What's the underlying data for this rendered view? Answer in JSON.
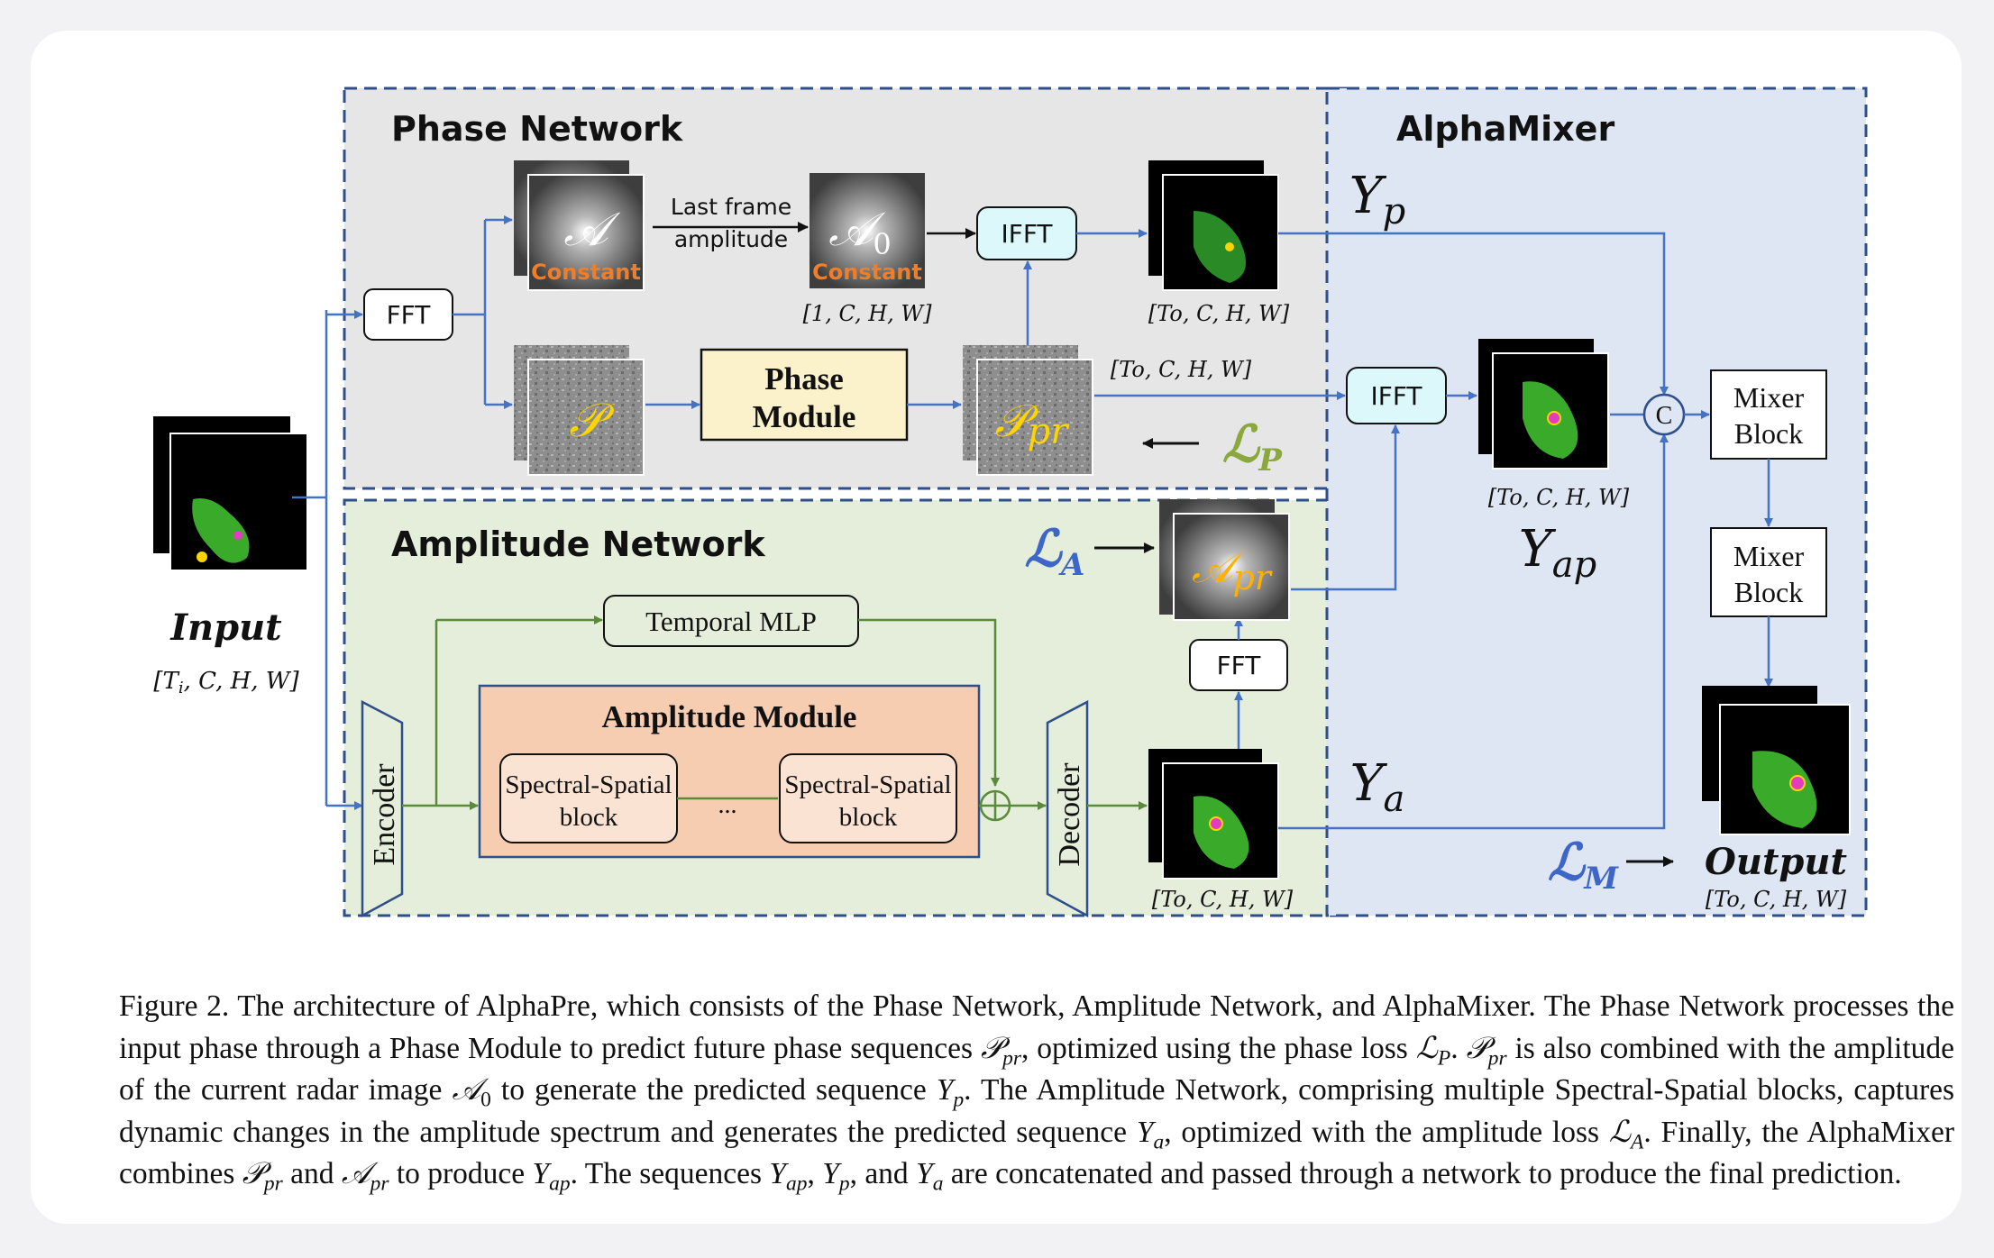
{
  "phase_network": {
    "title": "Phase Network",
    "fft_label": "FFT",
    "amp_symbol": "𝒜",
    "amp_tag": "Constant",
    "arrow_label_line1": "Last frame",
    "arrow_label_line2": "amplitude",
    "amp0_symbol": "𝒜",
    "amp0_sub": "0",
    "amp0_tag": "Constant",
    "amp0_dims": "[1, C, H, W]",
    "ifft_label": "IFFT",
    "phase_symbol": "𝒫",
    "phase_module_line1": "Phase",
    "phase_module_line2": "Module",
    "ppr_symbol": "𝒫",
    "ppr_sub": "pr",
    "ppr_dims": "[To, C, H, W]",
    "loss_symbol": "ℒ",
    "loss_sub": "P",
    "yp_dims": "[To, C, H, W]"
  },
  "amplitude_network": {
    "title": "Amplitude Network",
    "temporal_mlp": "Temporal MLP",
    "module_title": "Amplitude Module",
    "block1_line1": "Spectral-Spatial",
    "block1_line2": "block",
    "dots": "...",
    "block2_line1": "Spectral-Spatial",
    "block2_line2": "block",
    "encoder": "Encoder",
    "decoder": "Decoder",
    "fft_label": "FFT",
    "loss_symbol": "ℒ",
    "loss_sub": "A",
    "apr_symbol": "𝒜",
    "apr_sub": "pr",
    "ya_dims": "[To, C, H, W]"
  },
  "alphamixer": {
    "title": "AlphaMixer",
    "ifft_label": "IFFT",
    "yp_label": "Y",
    "yp_sub": "p",
    "yap_label": "Y",
    "yap_sub": "ap",
    "yap_dims": "[To, C, H, W]",
    "ya_label": "Y",
    "ya_sub": "a",
    "concat": "C",
    "mixer1_line1": "Mixer",
    "mixer1_line2": "Block",
    "mixer2_line1": "Mixer",
    "mixer2_line2": "Block",
    "loss_symbol": "ℒ",
    "loss_sub": "M",
    "output_label": "Output",
    "output_dims": "[To, C, H, W]"
  },
  "input": {
    "label": "Input",
    "dims": "[Ti, C, H, W]"
  },
  "caption": {
    "t1": "Figure 2. The architecture of AlphaPre, which consists of the Phase Network, Amplitude Network, and AlphaMixer. The Phase Network processes the input phase through a Phase Module to predict future phase sequences ",
    "p_pr": "𝒫",
    "pr": "pr",
    "t2": ", optimized using the phase loss ",
    "lp": "ℒ",
    "P": "P",
    "t3": ". ",
    "t4": " is also combined with the amplitude of the current radar image ",
    "a0": "𝒜",
    "zero": "0",
    "t5": " to generate the predicted sequence ",
    "Y": "Y",
    "p": "p",
    "t6": ". The Amplitude Network, comprising multiple Spectral-Spatial blocks, captures dynamic changes in the amplitude spectrum and generates the predicted sequence ",
    "a": "a",
    "t7": ", optimized with the amplitude loss ",
    "la": "ℒ",
    "A": "A",
    "t8": ". Finally, the AlphaMixer combines ",
    "t9": " and ",
    "apr": "𝒜",
    "t10": " to produce ",
    "ap": "ap",
    "t11": ". The sequences ",
    "t12": ", ",
    "t13": ", and ",
    "t14": " are concatenated and passed through a network to produce the final prediction."
  },
  "colors": {
    "blue_line": "#4472c4",
    "green_line": "#5b8a3a",
    "phase_bg": "#e6e6e6",
    "amp_bg": "#e4eedb",
    "mixer_bg": "#dde6f2",
    "dash": "#2f4f8a",
    "ifft_fill": "#dcf8fb",
    "phase_module_fill": "#fbf2cc",
    "amp_module_fill": "#f7cdb2",
    "block_fill": "#fae3d2",
    "loss_green": "#8aa83c",
    "loss_blue": "#3d66c8",
    "constant_orange": "#f07d28"
  }
}
